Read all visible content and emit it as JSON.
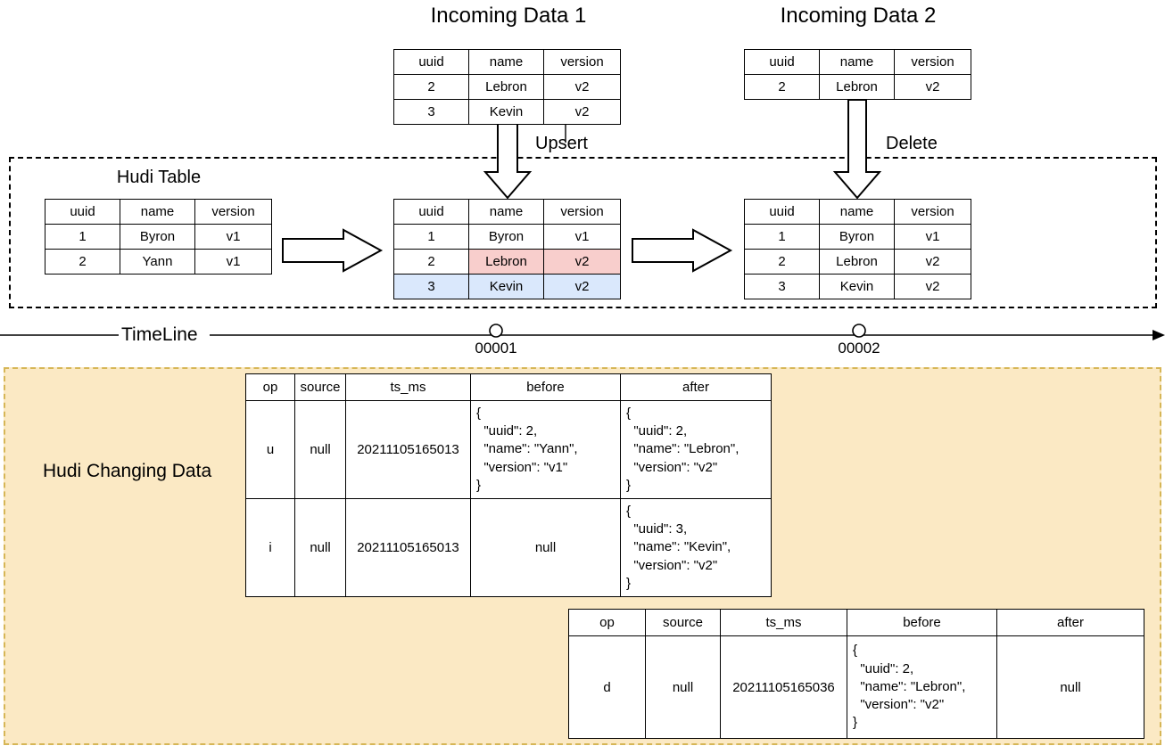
{
  "diagram": {
    "title_incoming_1": "Incoming Data 1",
    "title_incoming_2": "Incoming Data 2",
    "hudi_table_title": "Hudi Table",
    "upsert_label": "Upsert",
    "delete_label": "Delete",
    "timeline_label": "TimeLine",
    "timeline_ticks": [
      "00001",
      "00002"
    ],
    "changing_data_label": "Hudi Changing Data",
    "colors": {
      "highlight_updated": "#f8cecc",
      "highlight_inserted": "#dae8fc",
      "delete_cross": "#e74c3c",
      "changing_data_bg": "#fbe9c4",
      "changing_data_border": "#d6b656",
      "stroke": "#000000"
    }
  },
  "incoming_data_1": {
    "headers": [
      "uuid",
      "name",
      "version"
    ],
    "rows": [
      [
        "2",
        "Lebron",
        "v2"
      ],
      [
        "3",
        "Kevin",
        "v2"
      ]
    ]
  },
  "incoming_data_2": {
    "headers": [
      "uuid",
      "name",
      "version"
    ],
    "rows": [
      [
        "2",
        "Lebron",
        "v2"
      ]
    ]
  },
  "hudi_table_initial": {
    "headers": [
      "uuid",
      "name",
      "version"
    ],
    "rows": [
      [
        "1",
        "Byron",
        "v1"
      ],
      [
        "2",
        "Yann",
        "v1"
      ]
    ]
  },
  "hudi_table_after_upsert": {
    "headers": [
      "uuid",
      "name",
      "version"
    ],
    "rows": [
      [
        "1",
        "Byron",
        "v1"
      ],
      [
        "2",
        "Lebron",
        "v2"
      ],
      [
        "3",
        "Kevin",
        "v2"
      ]
    ]
  },
  "hudi_table_after_delete": {
    "headers": [
      "uuid",
      "name",
      "version"
    ],
    "rows": [
      [
        "1",
        "Byron",
        "v1"
      ],
      [
        "2",
        "Lebron",
        "v2"
      ],
      [
        "3",
        "Kevin",
        "v2"
      ]
    ]
  },
  "cdc_table_1": {
    "headers": [
      "op",
      "source",
      "ts_ms",
      "before",
      "after"
    ],
    "rows": [
      {
        "op": "u",
        "source": "null",
        "ts_ms": "20211105165013",
        "before": "{\n  \"uuid\": 2,\n  \"name\": \"Yann\",\n  \"version\": \"v1\"\n}",
        "after": "{\n  \"uuid\": 2,\n  \"name\": \"Lebron\",\n  \"version\": \"v2\"\n}"
      },
      {
        "op": "i",
        "source": "null",
        "ts_ms": "20211105165013",
        "before": "null",
        "after": "{\n  \"uuid\": 3,\n  \"name\": \"Kevin\",\n  \"version\": \"v2\"\n}"
      }
    ]
  },
  "cdc_table_2": {
    "headers": [
      "op",
      "source",
      "ts_ms",
      "before",
      "after"
    ],
    "rows": [
      {
        "op": "d",
        "source": "null",
        "ts_ms": "20211105165036",
        "before": "{\n  \"uuid\": 2,\n  \"name\": \"Lebron\",\n  \"version\": \"v2\"\n}",
        "after": "null"
      }
    ]
  }
}
